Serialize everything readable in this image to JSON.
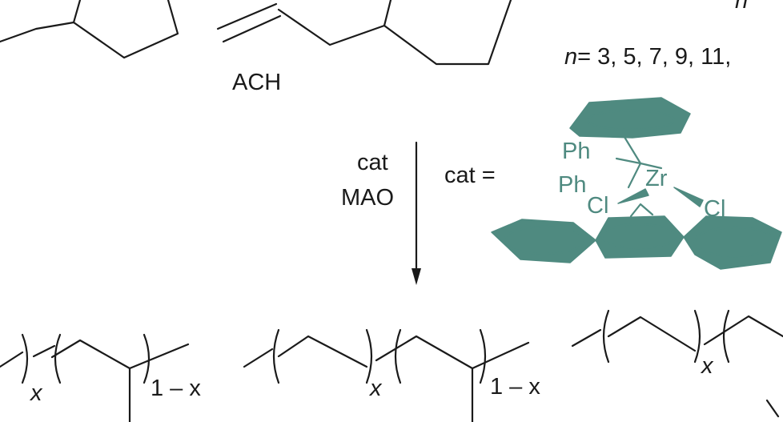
{
  "monomer_label": "ACH",
  "n_symbol": "n",
  "n_values": "= 3, 5, 7, 9, 11,",
  "reagents": {
    "line1": "cat",
    "line2": "MAO"
  },
  "catalyst": {
    "prefix": "cat =",
    "metal": "Zr",
    "phenyl1": "Ph",
    "phenyl2": "Ph",
    "chloride1": "Cl",
    "chloride2": "Cl"
  },
  "products": {
    "subscript_x": "x",
    "subscript_1mx": "1 – x"
  },
  "colors": {
    "catalyst": "#4f8a80",
    "ink": "#1a1a1a",
    "background": "#ffffff"
  }
}
